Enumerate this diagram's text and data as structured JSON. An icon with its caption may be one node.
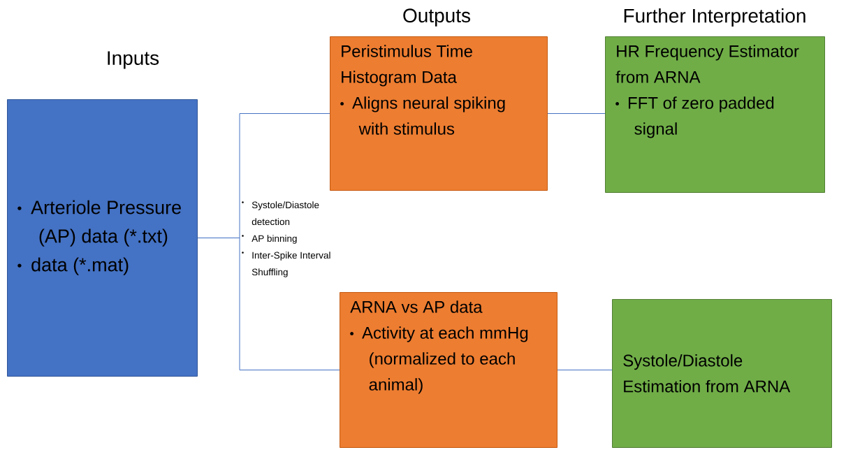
{
  "diagram": {
    "nodes": [
      {
        "text": [
          "Arteriole Pressure (AP) data (*.txt)",
          "data (*.mat)"
        ]
      },
      {
        "text": [
          "Peristimulus Time Histogram Data",
          "Aligns neural spiking with stimulus"
        ]
      },
      {
        "text": [
          "HR Frequency Estimator from ARNA",
          "FFT of zero padded signal"
        ]
      },
      {
        "text": [
          "ARNA vs AP data",
          "Activity at each mmHg (normalized to each animal)"
        ]
      },
      {
        "text": [
          "Systole/Diastole Estimation from ARNA"
        ]
      }
    ],
    "edges": [
      {
        "from": 0,
        "to": 1,
        "arrow": "none"
      },
      {
        "from": 0,
        "to": 3,
        "arrow": "none"
      },
      {
        "from": 1,
        "to": 2,
        "arrow": "none"
      },
      {
        "from": 3,
        "to": 4,
        "arrow": "none"
      }
    ],
    "labels": [
      "Outputs",
      "Further Interpretation",
      "Inputs",
      "Systole/Diastole detection",
      "AP binning",
      "Inter-Spike Interval Shuffling"
    ]
  }
}
